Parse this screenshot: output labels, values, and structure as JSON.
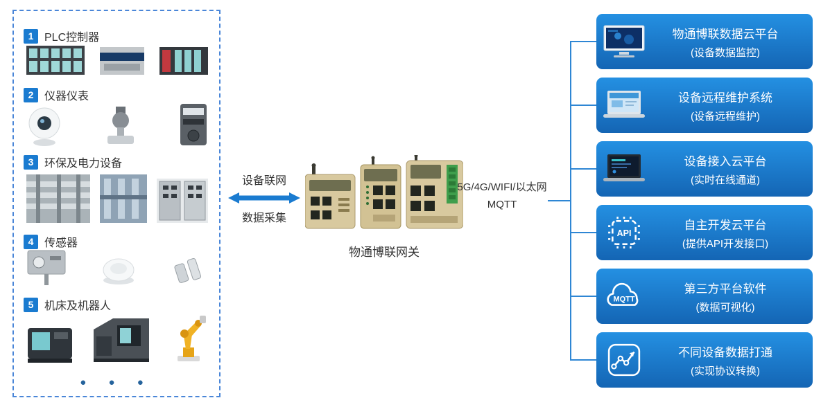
{
  "left_panel": {
    "groups": [
      {
        "num": "1",
        "label": "PLC控制器"
      },
      {
        "num": "2",
        "label": "仪器仪表"
      },
      {
        "num": "3",
        "label": "环保及电力设备"
      },
      {
        "num": "4",
        "label": "传感器"
      },
      {
        "num": "5",
        "label": "机床及机器人"
      }
    ],
    "ellipsis": "● ● ●"
  },
  "middle": {
    "arrow_label_top": "设备联网",
    "arrow_label_bottom": "数据采集",
    "gateway_caption": "物通博联网关",
    "uplink_line1": "5G/4G/WIFI/以太网",
    "uplink_line2": "MQTT"
  },
  "right_panel": {
    "items": [
      {
        "title": "物通博联数据云平台",
        "subtitle": "(设备数据监控)"
      },
      {
        "title": "设备远程维护系统",
        "subtitle": "(设备远程维护)"
      },
      {
        "title": "设备接入云平台",
        "subtitle": "(实时在线通道)"
      },
      {
        "title": "自主开发云平台",
        "subtitle": "(提供API开发接口)"
      },
      {
        "title": "第三方平台软件",
        "subtitle": "(数据可视化)"
      },
      {
        "title": "不同设备数据打通",
        "subtitle": "(实现协议转换)"
      }
    ]
  },
  "icon_labels": {
    "api": "API",
    "mqtt": "MQTT"
  },
  "colors": {
    "accent_blue": "#1a7bd0",
    "card_blue_top": "#2490e2",
    "card_blue_bottom": "#1465b4",
    "dashed_border_blue": "#4a86d8",
    "text_dark": "#333333"
  }
}
